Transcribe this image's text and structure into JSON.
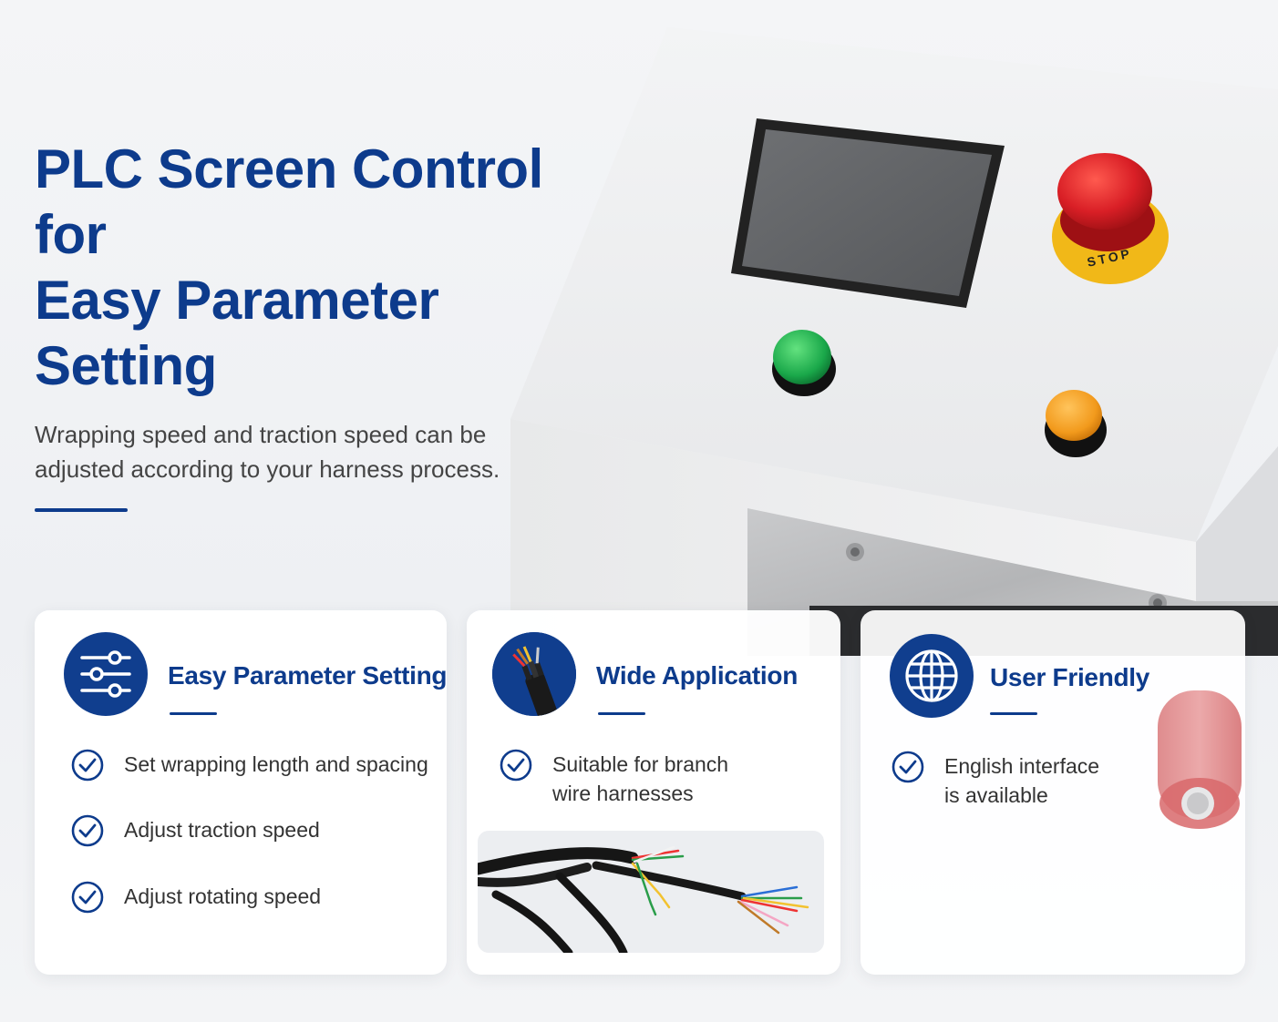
{
  "hero": {
    "title_line1": "PLC Screen Control for",
    "title_line2": "Easy Parameter Setting",
    "subtitle": "Wrapping speed and traction speed can be adjusted according to your harness process."
  },
  "machine": {
    "stop_label": "STOP",
    "icons": [
      "plc-screen",
      "emergency-stop-button",
      "green-start-button",
      "orange-button"
    ]
  },
  "cards": [
    {
      "title": "Easy Parameter Setting",
      "icon": "sliders-icon",
      "items": [
        "Set wrapping length and spacing",
        "Adjust traction speed",
        "Adjust rotating speed"
      ]
    },
    {
      "title": "Wide Application",
      "icon": "cable-icon",
      "items": [
        "Suitable for branch wire harnesses"
      ],
      "image": "wire-harness-photo"
    },
    {
      "title": "User Friendly",
      "icon": "globe-icon",
      "items": [
        "English interface is available"
      ]
    }
  ],
  "colors": {
    "brand": "#0d3b8c",
    "stop_red": "#d8262b",
    "green": "#1aa84a",
    "orange": "#f29a1c"
  }
}
